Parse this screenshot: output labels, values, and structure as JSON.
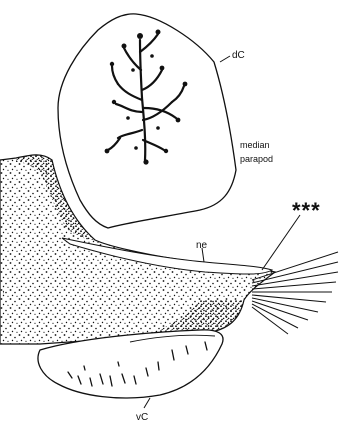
{
  "figure": {
    "labels": {
      "dorsal_cirrus": "dC",
      "median_parapod_line1": "median",
      "median_parapod_line2": "parapod",
      "asterisks": "***",
      "neuropodium": "ne",
      "ventral_cirrus": "vC",
      "comma": ","
    },
    "colors": {
      "ink": "#111111",
      "paper": "#ffffff"
    }
  }
}
